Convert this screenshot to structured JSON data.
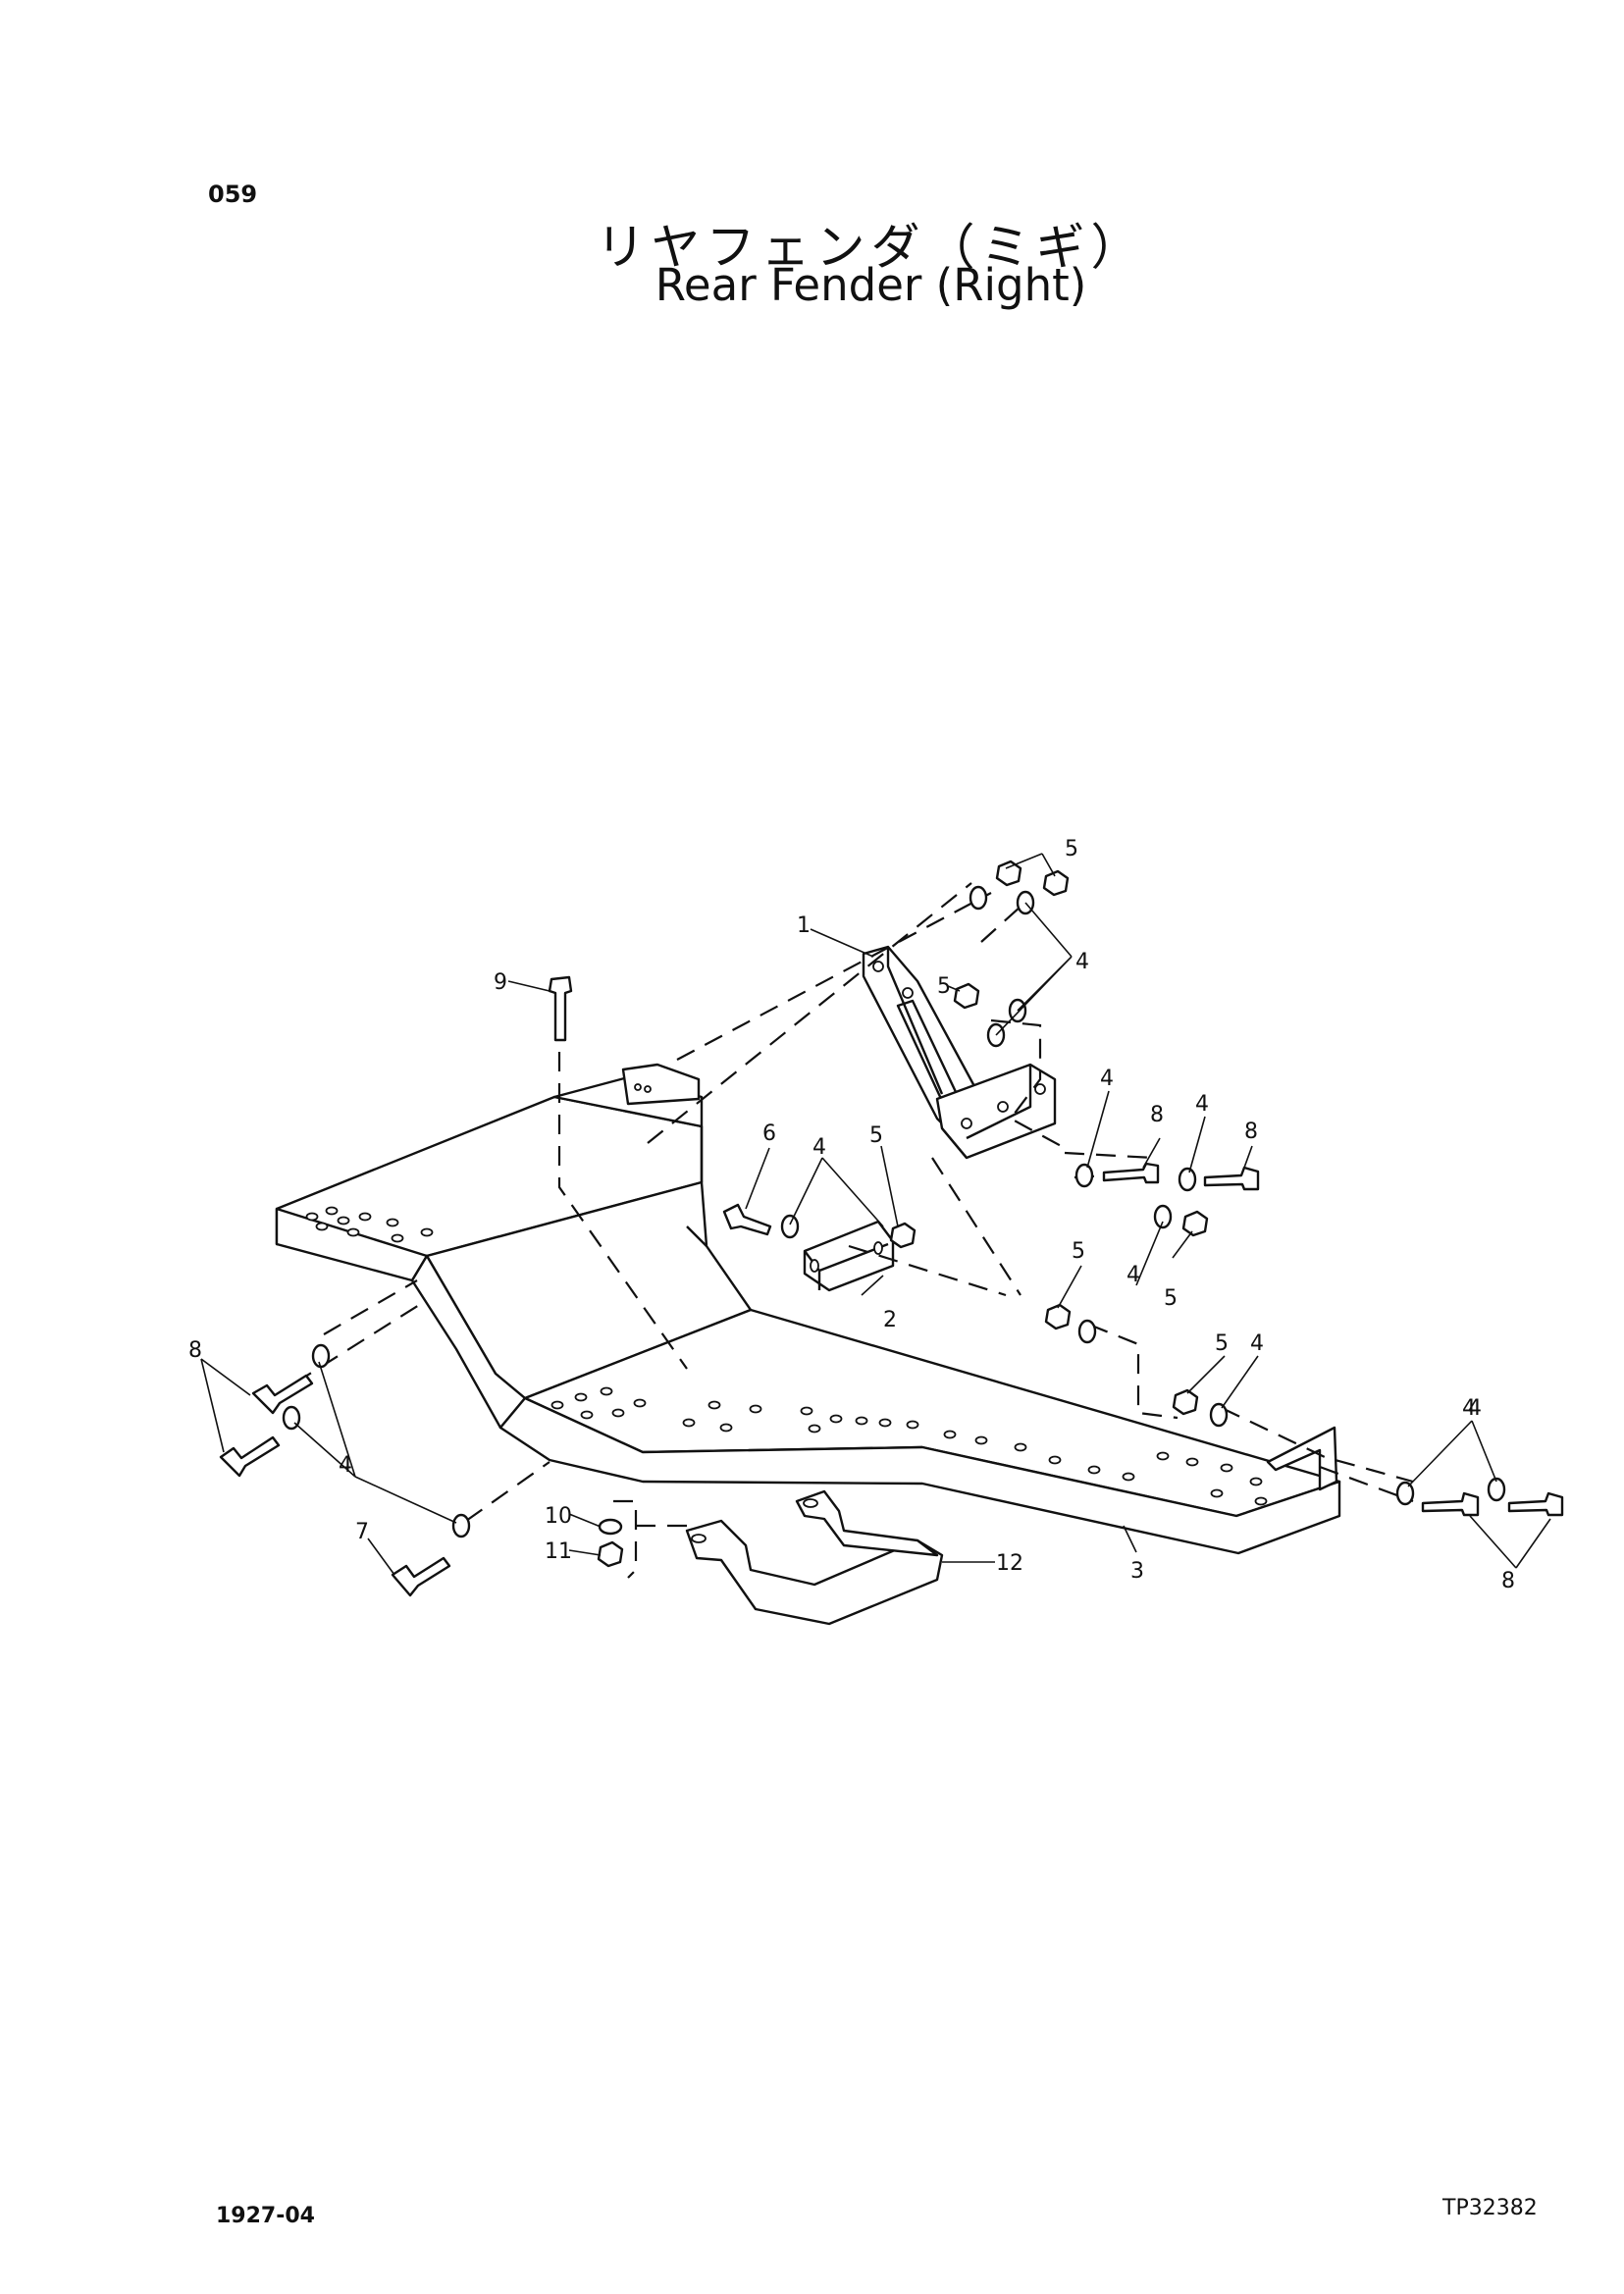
{
  "page": {
    "number": "059"
  },
  "title": {
    "japanese": "リヤフェンダ（ミギ）",
    "english": "Rear Fender (Right)"
  },
  "footer": {
    "code_left": "1927-04",
    "code_right": "TP32382"
  },
  "callouts": {
    "c1": "1",
    "c2": "2",
    "c3": "3",
    "c4a": "4",
    "c4b": "4",
    "c4c": "4",
    "c4d": "4",
    "c4e": "4",
    "c4f": "4",
    "c4g": "4",
    "c4h": "4",
    "c4i": "4",
    "c5a": "5",
    "c5b": "5",
    "c5c": "5",
    "c5d": "5",
    "c5e": "5",
    "c5f": "5",
    "c6": "6",
    "c7": "7",
    "c8a": "8",
    "c8b": "8",
    "c8c": "8",
    "c8d": "8",
    "c9": "9",
    "c10": "10",
    "c11": "11",
    "c12": "12"
  }
}
